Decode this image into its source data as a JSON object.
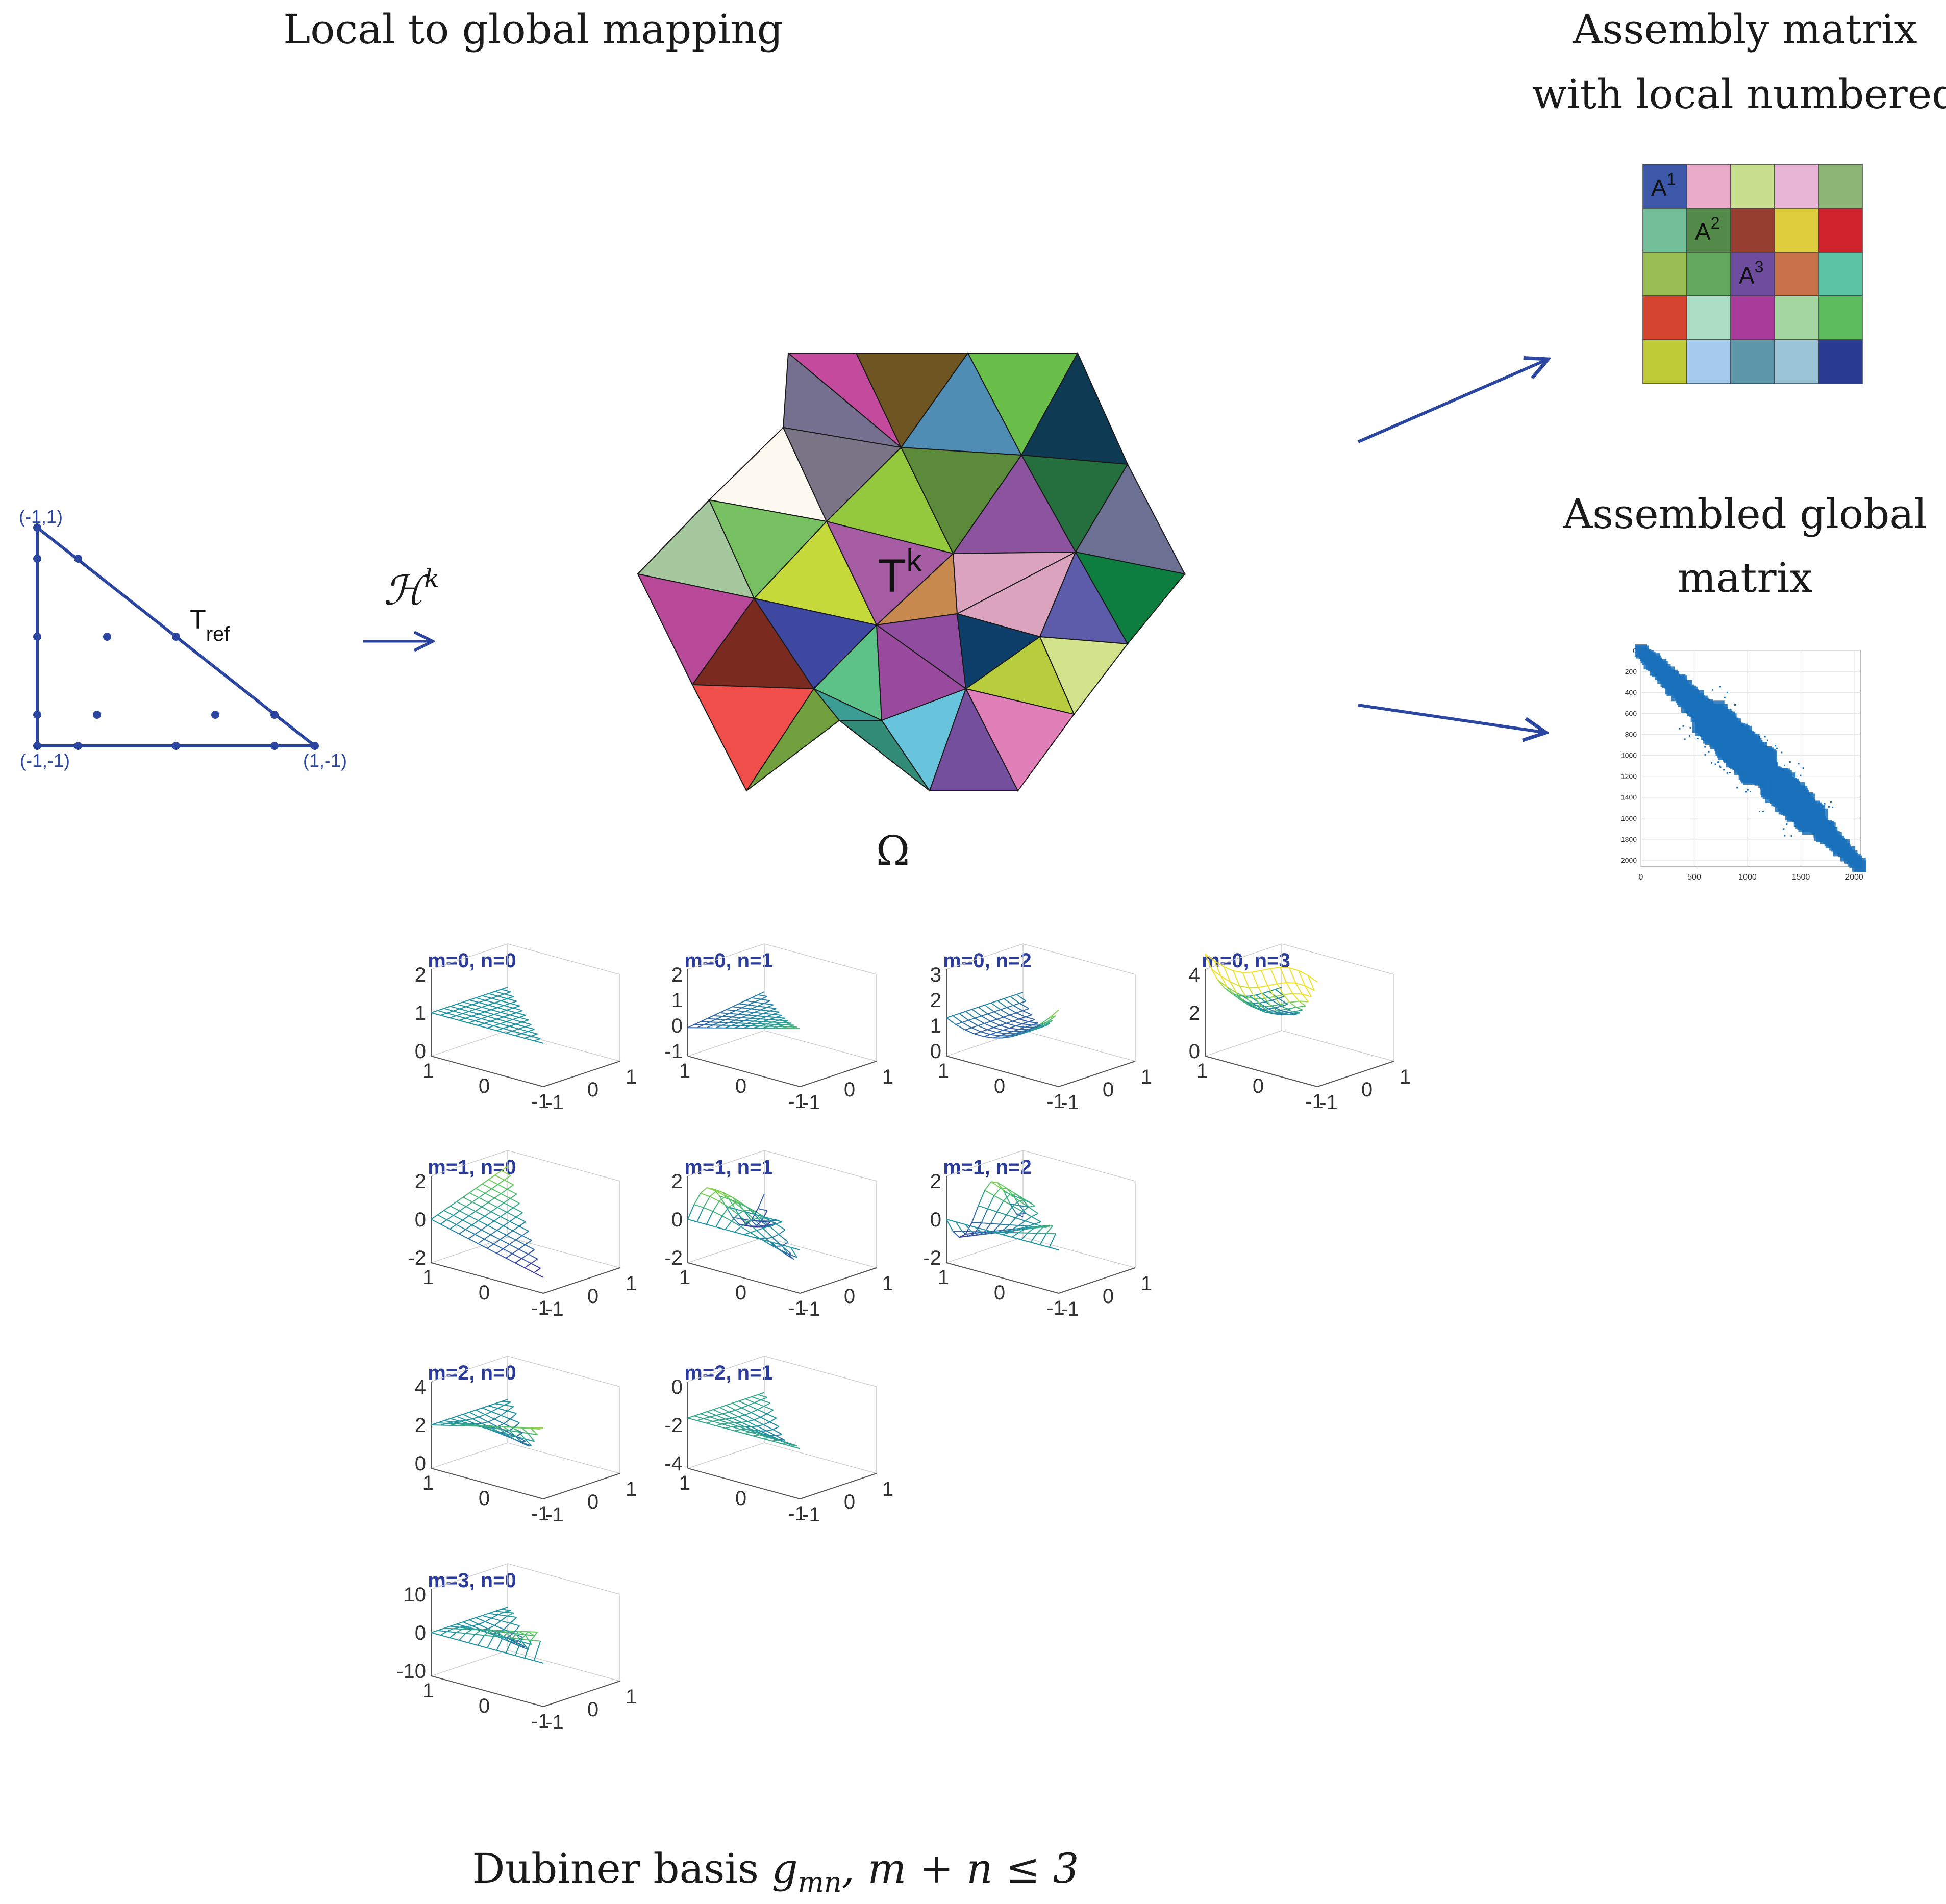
{
  "titles": {
    "local_to_global": "Local to global mapping",
    "assembly_matrix_line1": "Assembly matrix",
    "assembly_matrix_line2": "with local numbered",
    "assembled_global_line1": "Assembled global",
    "assembled_global_line2": "matrix"
  },
  "reference_triangle": {
    "label_main": "T",
    "label_sub": "ref",
    "vertex_top_left": "(-1,1)",
    "vertex_bottom_left": "(-1,-1)",
    "vertex_bottom_right": "(1,-1)",
    "color": "#2b46a0"
  },
  "mapping": {
    "symbol": "ℋ",
    "superscript": "k"
  },
  "mesh": {
    "element_label": "T",
    "element_superscript": "k",
    "domain_label": "Ω"
  },
  "assembly_matrix": {
    "cells": [
      [
        "#3d58a8",
        "#e9a9c9",
        "#c6de8e",
        "#e8b4d6",
        "#8db575"
      ],
      [
        "#72bf9a",
        "#538a49",
        "#963e30",
        "#e0cd3e",
        "#cf232d"
      ],
      [
        "#99bd52",
        "#62a85d",
        "#6e4c9e",
        "#c8724a",
        "#5cc3a5"
      ],
      [
        "#d4442e",
        "#addcc4",
        "#a93b9a",
        "#a3d5a0",
        "#5cbc5e"
      ],
      [
        "#bfcc37",
        "#a6cbee",
        "#5d95a9",
        "#9cc4d7",
        "#2a3c92"
      ]
    ],
    "labels": [
      {
        "row": 0,
        "col": 0,
        "text": "A",
        "sup": "1"
      },
      {
        "row": 1,
        "col": 1,
        "text": "A",
        "sup": "2"
      },
      {
        "row": 2,
        "col": 2,
        "text": "A",
        "sup": "3"
      }
    ]
  },
  "global_matrix": {
    "x_ticks": [
      "0",
      "500",
      "1000",
      "1500",
      "2000"
    ],
    "y_ticks": [
      "0",
      "200",
      "400",
      "600",
      "800",
      "1000",
      "1200",
      "1400",
      "1600",
      "1800",
      "2000"
    ],
    "color": "#1a70bb"
  },
  "dubiner": {
    "caption_prefix": "Dubiner basis ",
    "caption_g": "g",
    "caption_sub": "mn",
    "caption_rest": ",  m + n ≤ 3",
    "title_color": "#2b3b9c",
    "plots": [
      {
        "title": "m=0, n=0",
        "z_ticks": [
          "2",
          "1",
          "0"
        ]
      },
      {
        "title": "m=0, n=1",
        "z_ticks": [
          "2",
          "1",
          "0",
          "-1"
        ]
      },
      {
        "title": "m=0, n=2",
        "z_ticks": [
          "3",
          "2",
          "1",
          "0"
        ]
      },
      {
        "title": "m=0, n=3",
        "z_ticks": [
          "4",
          "2",
          "0"
        ]
      },
      {
        "title": "m=1, n=0",
        "z_ticks": [
          "2",
          "0",
          "-2"
        ]
      },
      {
        "title": "m=1, n=1",
        "z_ticks": [
          "2",
          "0",
          "-2"
        ]
      },
      {
        "title": "m=1, n=2",
        "z_ticks": [
          "2",
          "0",
          "-2"
        ]
      },
      {
        "title": "m=2, n=0",
        "z_ticks": [
          "4",
          "2",
          "0"
        ]
      },
      {
        "title": "m=2, n=1",
        "z_ticks": [
          "0",
          "-2",
          "-4"
        ]
      },
      {
        "title": "m=3, n=0",
        "z_ticks": [
          "10",
          "0",
          "-10"
        ]
      }
    ],
    "x_ticks": [
      "1",
      "0",
      "-1"
    ],
    "y_ticks": [
      "-1",
      "0",
      "1"
    ]
  }
}
